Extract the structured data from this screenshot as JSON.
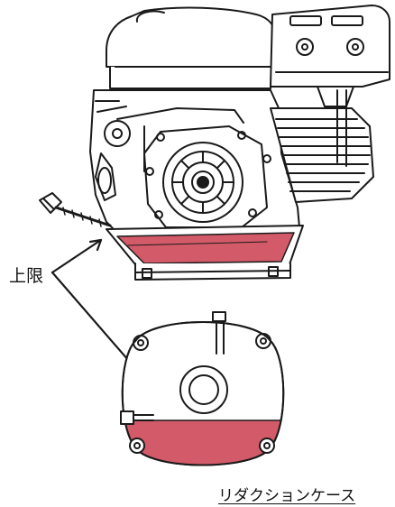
{
  "labels": {
    "upper_limit": "上限",
    "reduction_case": "リダクションケース"
  },
  "colors": {
    "oil_fill": "#d35a68",
    "line": "#1a1a1a",
    "paper": "#ffffff"
  },
  "figures": {
    "top": "engine-side-view-with-reduction-case",
    "bottom": "reduction-case-cover-detail"
  }
}
